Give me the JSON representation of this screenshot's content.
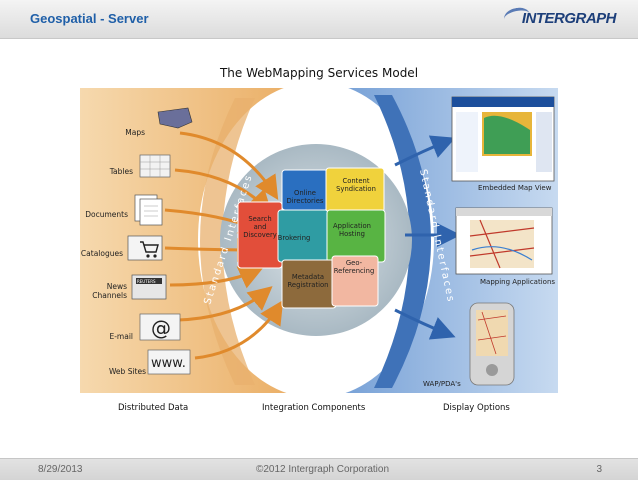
{
  "header": {
    "title": "Geospatial - Server",
    "logo": "INTERGRAPH"
  },
  "diagram": {
    "title": "The WebMapping Services Model",
    "left_items": [
      "Maps",
      "Tables",
      "Documents",
      "Catalogues",
      "News\nChannels",
      "E-mail",
      "Web Sites"
    ],
    "left_arc_label": "Standard Interfaces",
    "right_arc_label": "Standard Interfaces",
    "web_sites_glyph": "www.",
    "news_badge": "REUTERS",
    "email_glyph": "@",
    "puzzle_pieces": [
      "Online\nDirectories",
      "Content\nSyndication",
      "Search\nand\nDiscovery",
      "Brokering",
      "Application\nHosting",
      "Metadata\nRegistration",
      "Geo-\nReferencing"
    ],
    "right_items": [
      "Embedded Map View",
      "Mapping Applications",
      "WAP/PDA's"
    ],
    "section_labels": [
      "Distributed Data",
      "Integration Components",
      "Display Options"
    ],
    "colors": {
      "left_panel": "#efbf7f",
      "right_panel": "#8fb2dc",
      "arrow_orange": "#e08a2c",
      "arrow_blue": "#2f63ad"
    }
  },
  "footer": {
    "date": "8/29/2013",
    "copyright": "©2012 Intergraph Corporation",
    "page": "3"
  }
}
